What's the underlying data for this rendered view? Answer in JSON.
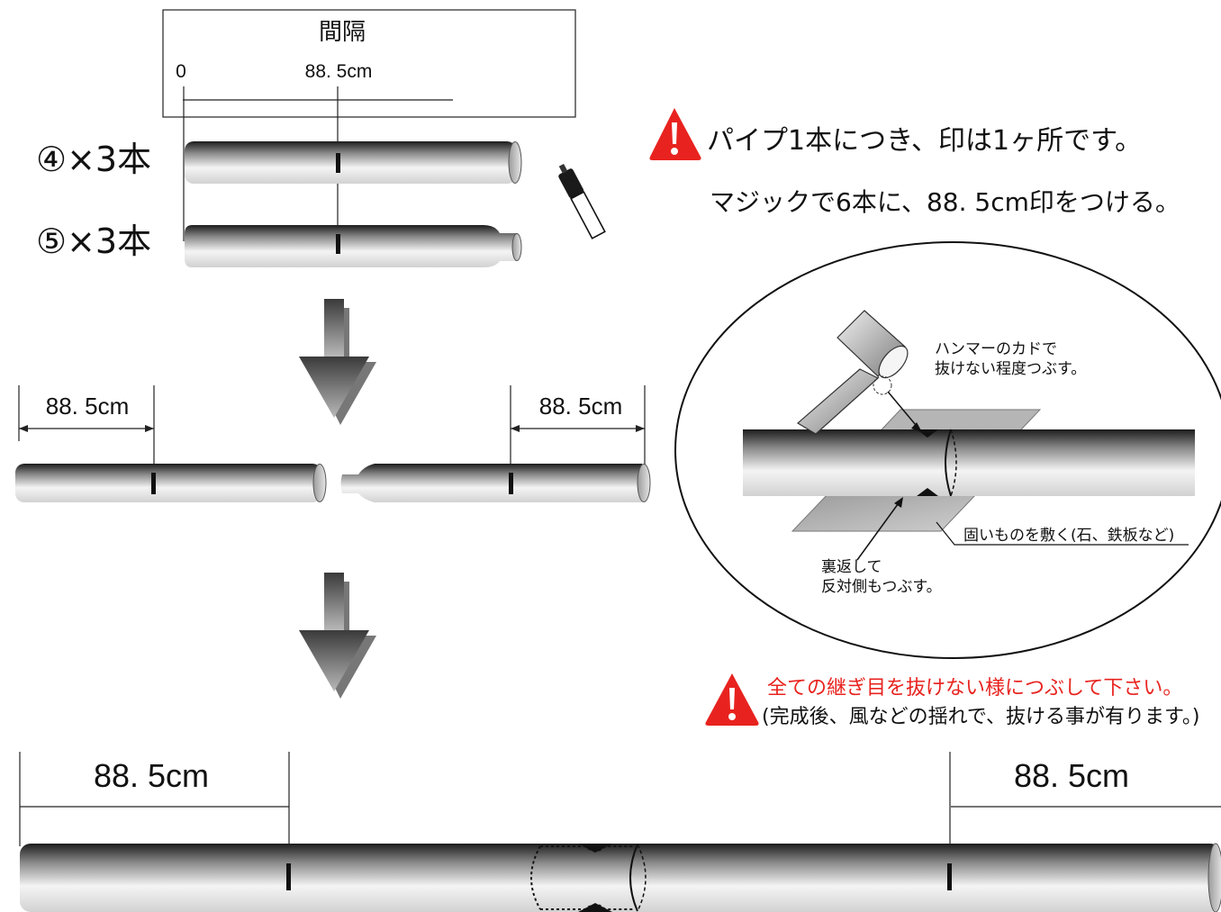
{
  "ruler_box": {
    "title": "間隔",
    "zero_label": "0",
    "mark_label": "88. 5cm"
  },
  "pipes": {
    "pipe4_label": "④×3本",
    "pipe5_label": "⑤×3本"
  },
  "notes": {
    "one_mark": "パイプ1本につき、印は1ヶ所です。",
    "marker_instruction": "マジックで6本に、88. 5cm印をつける。"
  },
  "middle_row": {
    "left_dimension": "88. 5cm",
    "right_dimension": "88. 5cm"
  },
  "detail": {
    "hammer_note_line1": "ハンマーのカドで",
    "hammer_note_line2": "抜けない程度つぶす。",
    "hard_surface_note": "固いものを敷く(石、鉄板など)",
    "flip_note_line1": "裏返して",
    "flip_note_line2": "反対側もつぶす。"
  },
  "warning": {
    "line1": "全ての継ぎ目を抜けない様につぶして下さい。",
    "line2": "(完成後、風などの揺れで、抜ける事が有ります。)",
    "accent_color": "#e8231f"
  },
  "bottom_row": {
    "left_dimension": "88. 5cm",
    "right_dimension": "88. 5cm"
  }
}
